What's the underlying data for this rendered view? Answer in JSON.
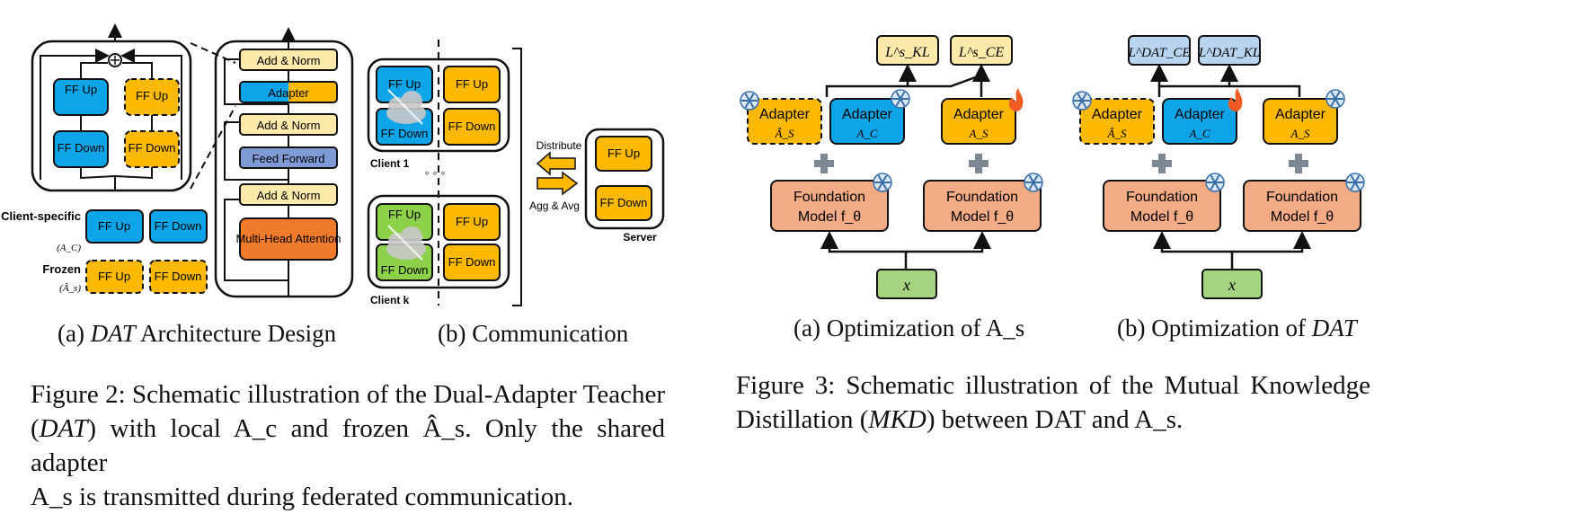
{
  "fig2": {
    "a": {
      "ff_up": "FF Up",
      "ff_down": "FF Down",
      "blocks": [
        "Add & Norm",
        "Adapter",
        "Add & Norm",
        "Feed Forward",
        "Add & Norm",
        "Multi-Head Attention"
      ],
      "legend_client": "Client-specific",
      "legend_client_sym": "(A_C)",
      "legend_frozen": "Frozen",
      "legend_frozen_sym": "(Â_s)",
      "caption_prefix": "(a)",
      "caption_em": "DAT",
      "caption_suffix": "Architecture Design"
    },
    "b": {
      "client_1": "Client 1",
      "client_k": "Client k",
      "dots": "◦ ◦ ◦",
      "distribute": "Distribute",
      "agg": "Agg & Avg",
      "server": "Server",
      "caption": "(b) Communication"
    },
    "caption": {
      "line1": "Figure 2: Schematic illustration of the Dual-Adapter Teacher",
      "line2_a": "(",
      "line2_em": "DAT",
      "line2_b": ") with local A_c and frozen Â_s. Only the shared adapter",
      "line3": "A_s is transmitted during federated communication."
    }
  },
  "fig3": {
    "a": {
      "loss_kl": "L^s_KL",
      "loss_ce": "L^s_CE",
      "adapter": "Adapter",
      "sym_hat_s": "Â_S",
      "sym_c": "A_C",
      "sym_s": "A_S",
      "foundation": "Foundation",
      "model": "Model f_θ",
      "x": "x",
      "caption": "(a) Optimization of A_s"
    },
    "b": {
      "loss_ce": "L^DAT_CE",
      "loss_kl": "L^DAT_KL",
      "caption_prefix": "(b) Optimization of",
      "caption_em": "DAT"
    },
    "caption": {
      "line1": "Figure 3: Schematic illustration of the Mutual Knowledge",
      "line2_a": "Distillation (",
      "line2_em": "MKD",
      "line2_b": ") between DAT and A_s."
    }
  },
  "colors": {
    "blue": "#0ea5e8",
    "orange": "#fcb900",
    "cream": "#fde9a9",
    "periwinkle": "#7f9bd6",
    "attention": "#f07b2a",
    "foundation": "#f2ab84",
    "green_input": "#a6d37f",
    "loss_blue": "#b9d4ee",
    "client_green": "#8dd04a",
    "cloud": "#c9c9c9",
    "plus_gray": "#7e8894",
    "flame": "#f05a23",
    "snow": "#3a6ea8"
  },
  "icons": [
    "snowflake-icon",
    "flame-icon",
    "cloud-icon",
    "plus-icon",
    "sum-circle-icon"
  ]
}
